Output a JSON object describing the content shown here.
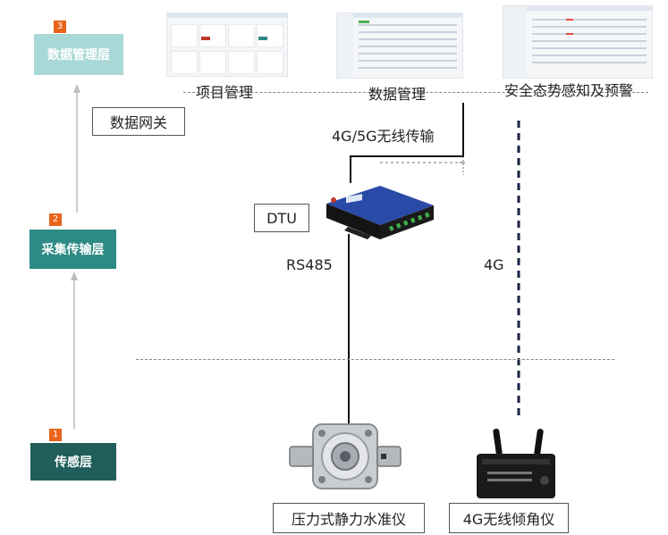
{
  "layers": {
    "data_layer": {
      "badge": "3",
      "label": "数据管理层"
    },
    "transmission_layer": {
      "badge": "2",
      "label": "采集传输层"
    },
    "sensing_layer": {
      "badge": "1",
      "label": "传感层"
    }
  },
  "platform": {
    "project_mgmt": "项目管理",
    "data_mgmt": "数据管理",
    "safety_warning": "安全态势感知及预警"
  },
  "gateway_label": "数据网关",
  "wireless_label": "4G/5G无线传输",
  "dtu_label": "DTU",
  "rs485_label": "RS485",
  "g4_label": "4G",
  "devices": {
    "pressure_level": "压力式静力水准仪",
    "tilt_meter": "4G无线倾角仪"
  },
  "colors": {
    "data_layer": "#a9d9d6",
    "transmission_layer": "#2e8a84",
    "sensing_layer": "#1f5e5a",
    "badge": "#e8641b",
    "dtu_body": "#1f3b8f"
  }
}
